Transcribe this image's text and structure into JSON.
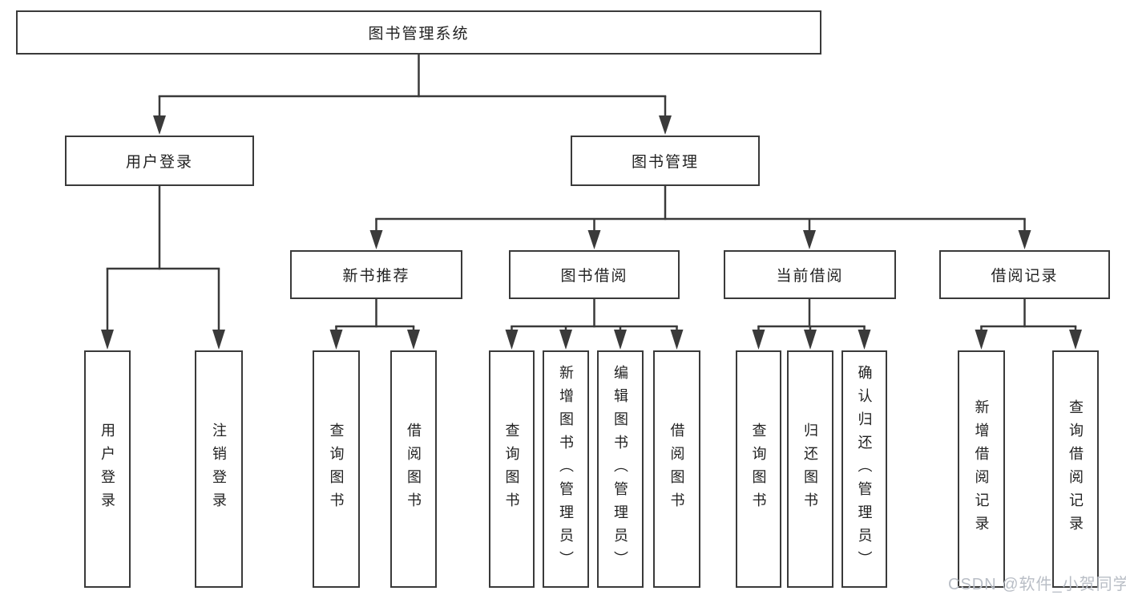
{
  "diagram": {
    "root": {
      "label": "图书管理系统"
    },
    "branches": {
      "user_login": {
        "label": "用户登录",
        "children": [
          {
            "label": "用户登录"
          },
          {
            "label": "注销登录"
          }
        ]
      },
      "book_management": {
        "label": "图书管理",
        "children": [
          {
            "label": "新书推荐",
            "children": [
              {
                "label": "查询图书"
              },
              {
                "label": "借阅图书"
              }
            ]
          },
          {
            "label": "图书借阅",
            "children": [
              {
                "label": "查询图书"
              },
              {
                "label": "新增图书（管理员）"
              },
              {
                "label": "编辑图书（管理员）"
              },
              {
                "label": "借阅图书"
              }
            ]
          },
          {
            "label": "当前借阅",
            "children": [
              {
                "label": "查询图书"
              },
              {
                "label": "归还图书"
              },
              {
                "label": "确认归还（管理员）"
              }
            ]
          },
          {
            "label": "借阅记录",
            "children": [
              {
                "label": "新增借阅记录"
              },
              {
                "label": "查询借阅记录"
              }
            ]
          }
        ]
      }
    },
    "watermark": "CSDN @软件_小贺同学",
    "colors": {
      "line": "#3a3a3a",
      "text": "#222222",
      "watermark": "#b9bec6",
      "background": "#ffffff"
    }
  }
}
